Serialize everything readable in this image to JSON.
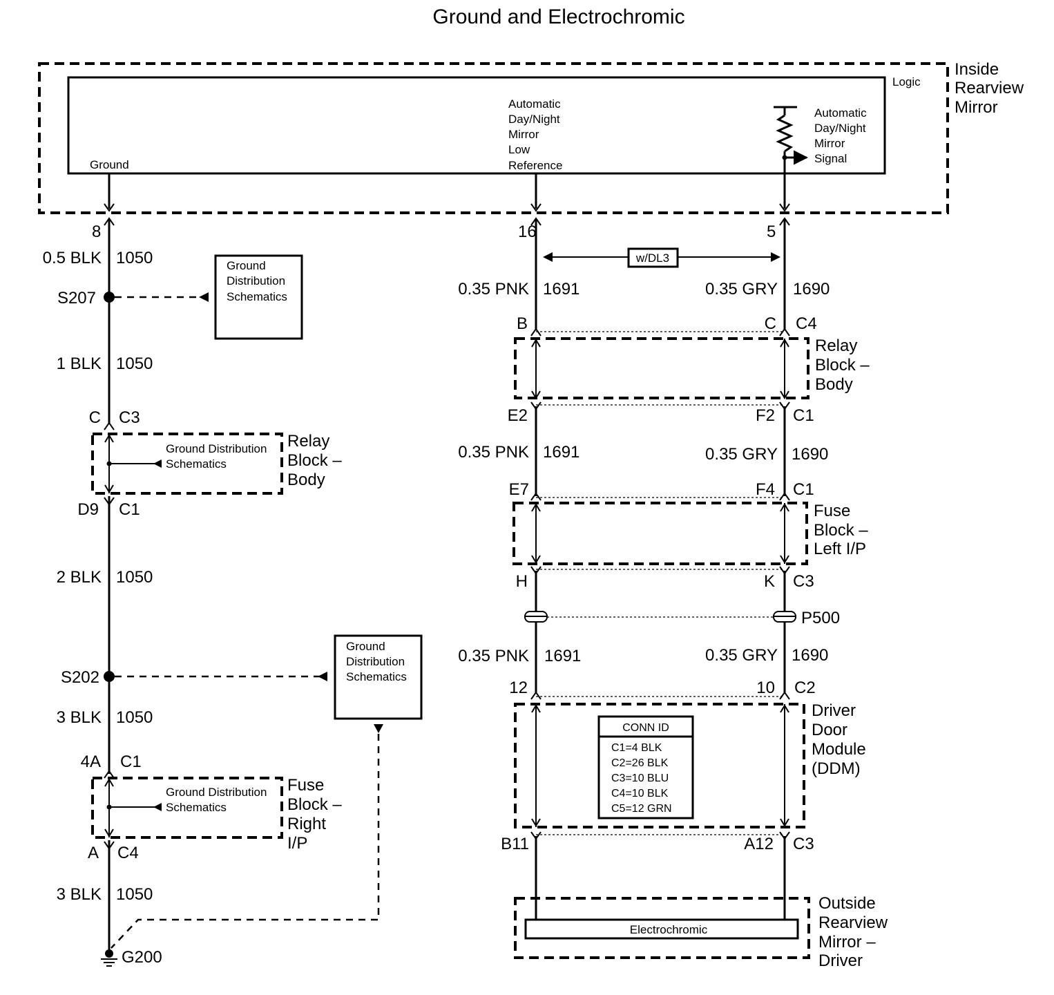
{
  "title": "Ground and Electrochromic",
  "components": {
    "inside_mirror": {
      "name": [
        "Inside",
        "Rearview",
        "Mirror"
      ],
      "logic": "Logic",
      "ground": "Ground",
      "low_ref": [
        "Automatic",
        "Day/Night",
        "Mirror",
        "Low",
        "Reference"
      ],
      "signal": [
        "Automatic",
        "Day/Night",
        "Mirror",
        "Signal"
      ]
    },
    "relay_block_body": [
      "Relay",
      "Block –",
      "Body"
    ],
    "fuse_block_left": [
      "Fuse",
      "Block –",
      "Left I/P"
    ],
    "fuse_block_right": [
      "Fuse",
      "Block –",
      "Right",
      "I/P"
    ],
    "ddm": [
      "Driver",
      "Door",
      "Module",
      "(DDM)"
    ],
    "outside_mirror": [
      "Outside",
      "Rearview",
      "Mirror –",
      "Driver"
    ],
    "electrochromic": "Electrochromic",
    "ground_dist": [
      "Ground",
      "Distribution",
      "Schematics"
    ],
    "ground_dist_inline": [
      "Ground Distribution",
      "Schematics"
    ],
    "option": "w/DL3"
  },
  "conn_id": {
    "title": "CONN ID",
    "rows": [
      "C1=4 BLK",
      "C2=26 BLK",
      "C3=10 BLU",
      "C4=10 BLK",
      "C5=12 GRN"
    ]
  },
  "left_circuit": {
    "pin_top": "8",
    "wire1": [
      "0.5 BLK",
      "1050"
    ],
    "splice1": "S207",
    "wire2": [
      "1 BLK",
      "1050"
    ],
    "relay_in": [
      "C",
      "C3"
    ],
    "relay_out": [
      "D9",
      "C1"
    ],
    "wire3": [
      "2 BLK",
      "1050"
    ],
    "splice2": "S202",
    "wire4": [
      "3 BLK",
      "1050"
    ],
    "fuse_in": [
      "4A",
      "C1"
    ],
    "fuse_out": [
      "A",
      "C4"
    ],
    "wire5": [
      "3 BLK",
      "1050"
    ],
    "ground": "G200"
  },
  "pnk_circuit": {
    "pin_top": "16",
    "wire1": [
      "0.35 PNK",
      "1691"
    ],
    "relay_in": "B",
    "relay_out": "E2",
    "wire2": [
      "0.35 PNK",
      "1691"
    ],
    "fuse_in": "E7",
    "fuse_out": "H",
    "wire3": [
      "0.35 PNK",
      "1691"
    ],
    "ddm_in": "12",
    "ddm_out": "B11"
  },
  "gry_circuit": {
    "pin_top": "5",
    "wire1": [
      "0.35 GRY",
      "1690"
    ],
    "relay_in": [
      "C",
      "C4"
    ],
    "relay_out": [
      "F2",
      "C1"
    ],
    "wire2": [
      "0.35 GRY",
      "1690"
    ],
    "fuse_in": [
      "F4",
      "C1"
    ],
    "fuse_out": [
      "K",
      "C3"
    ],
    "inline": "P500",
    "wire3": [
      "0.35 GRY",
      "1690"
    ],
    "ddm_in": [
      "10",
      "C2"
    ],
    "ddm_out": [
      "A12",
      "C3"
    ]
  }
}
